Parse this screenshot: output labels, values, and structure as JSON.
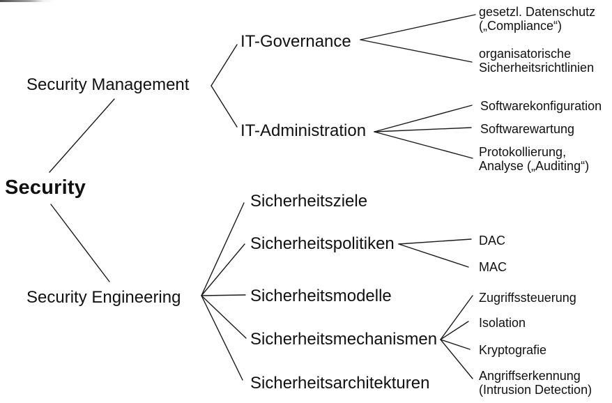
{
  "meta": {
    "background_color": "#ffffff",
    "text_color": "#111111",
    "line_color": "#1a1a1a"
  },
  "diagram": {
    "root": {
      "label": "Security"
    },
    "level1": [
      {
        "label": "Security Management"
      },
      {
        "label": "Security Engineering"
      }
    ],
    "management_children": [
      {
        "label": "IT-Governance"
      },
      {
        "label": "IT-Administration"
      }
    ],
    "governance_leaves": [
      {
        "label": "gesetzl. Datenschutz\n(„Compliance“)"
      },
      {
        "label": "organisatorische\nSicherheitsrichtlinien"
      }
    ],
    "administration_leaves": [
      {
        "label": "Softwarekonfiguration"
      },
      {
        "label": "Softwarewartung"
      },
      {
        "label": "Protokollierung,\nAnalyse („Auditing“)"
      }
    ],
    "engineering_children": [
      {
        "label": "Sicherheitsziele"
      },
      {
        "label": "Sicherheitspolitiken"
      },
      {
        "label": "Sicherheitsmodelle"
      },
      {
        "label": "Sicherheitsmechanismen"
      },
      {
        "label": "Sicherheitsarchitekturen"
      }
    ],
    "politiken_leaves": [
      {
        "label": "DAC"
      },
      {
        "label": "MAC"
      }
    ],
    "mechanismen_leaves": [
      {
        "label": "Zugriffssteuerung"
      },
      {
        "label": "Isolation"
      },
      {
        "label": "Kryptografie"
      },
      {
        "label": "Angriffserkennung\n(Intrusion Detection)"
      }
    ]
  }
}
